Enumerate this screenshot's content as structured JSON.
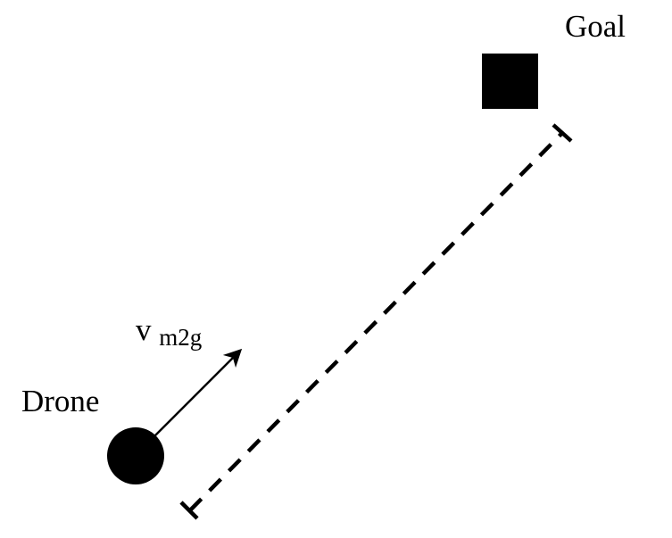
{
  "diagram": {
    "goal": {
      "label": "Goal",
      "shape": "square"
    },
    "drone": {
      "label": "Drone",
      "shape": "circle"
    },
    "velocity": {
      "symbol": "v",
      "subscript": "m2g"
    },
    "distance_marker": {
      "style": "dashed"
    },
    "colors": {
      "foreground": "#000000",
      "background": "#ffffff"
    }
  }
}
